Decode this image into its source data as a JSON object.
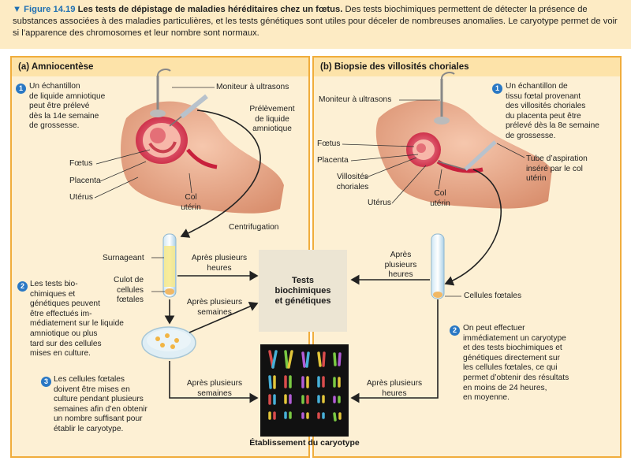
{
  "caption": {
    "figure_label": "▼ Figure 14.19",
    "title": "Les tests de dépistage de maladies héréditaires chez un fœtus.",
    "body": "Des tests biochimiques permettent de détecter la présence de substances associées à des maladies particulières, et les tests génétiques sont utiles pour déceler de nombreuses anomalies. Le caryotype permet de voir si l’apparence des chromosomes et leur nombre sont normaux."
  },
  "panel_a": {
    "title": "(a) Amniocentèse",
    "step1_num": "1",
    "step1_text_l1": "Un échantillon",
    "step1_text_l2": "de liquide amniotique",
    "step1_text_l3": "peut être prélevé",
    "step1_text_l4": "dès la 14e semaine",
    "step1_text_l5": "de grossesse.",
    "moniteur": "Moniteur à ultrasons",
    "prelevement_l1": "Prélèvement",
    "prelevement_l2": "de liquide",
    "prelevement_l3": "amniotique",
    "foetus": "Fœtus",
    "placenta": "Placenta",
    "uterus": "Utérus",
    "col_l1": "Col",
    "col_l2": "utérin",
    "centrifugation": "Centrifugation",
    "surnageant": "Surnageant",
    "culot_l1": "Culot de",
    "culot_l2": "cellules",
    "culot_l3": "fœtales",
    "apres_heures_l1": "Après plusieurs",
    "apres_heures_l2": "heures",
    "apres_semaines_l1": "Après plusieurs",
    "apres_semaines_l2": "semaines",
    "apres_semaines2_l1": "Après plusieurs",
    "apres_semaines2_l2": "semaines",
    "step2_num": "2",
    "step2_lines": [
      "Les tests bio-",
      "chimiques et",
      "génétiques peuvent",
      "être effectués im-",
      "médiatement sur le liquide",
      "amniotique ou plus",
      "tard sur des cellules",
      "mises en culture."
    ],
    "step3_num": "3",
    "step3_lines": [
      "Les cellules fœtales",
      "doivent être mises en",
      "culture pendant plusieurs",
      "semaines afin d’en obtenir",
      "un nombre suffisant pour",
      "établir le caryotype."
    ]
  },
  "panel_b": {
    "title": "(b) Biopsie des villosités choriales",
    "moniteur": "Moniteur à ultrasons",
    "foetus": "Fœtus",
    "placenta": "Placenta",
    "villosites_l1": "Villosités",
    "villosites_l2": "choriales",
    "uterus": "Utérus",
    "col_l1": "Col",
    "col_l2": "utérin",
    "step1_num": "1",
    "step1_lines": [
      "Un échantillon de",
      "tissu fœtal provenant",
      "des villosités choriales",
      "du placenta peut être",
      "prélevé dès la 8e semaine",
      "de grossesse."
    ],
    "tube_l1": "Tube d’aspiration",
    "tube_l2": "inséré par le col",
    "tube_l3": "utérin",
    "apres_l1": "Après",
    "apres_l2": "plusieurs",
    "apres_l3": "heures",
    "cellules": "Cellules fœtales",
    "step2_num": "2",
    "step2_lines": [
      "On peut effectuer",
      "immédiatement un caryotype",
      "et des tests biochimiques et",
      "génétiques directement sur",
      "les cellules fœtales, ce qui",
      "permet d’obtenir des résultats",
      "en moins de 24 heures,",
      "en moyenne."
    ],
    "apres2_l1": "Après plusieurs",
    "apres2_l2": "heures"
  },
  "center": {
    "tests_l1": "Tests",
    "tests_l2": "biochimiques",
    "tests_l3": "et génétiques",
    "karyotype_caption": "Établissement du caryotype"
  },
  "colors": {
    "caption_bg": "#fdebc4",
    "panel_bg": "#fdf0d4",
    "panel_border": "#f0ad3c",
    "step_blue": "#2a78c4"
  }
}
